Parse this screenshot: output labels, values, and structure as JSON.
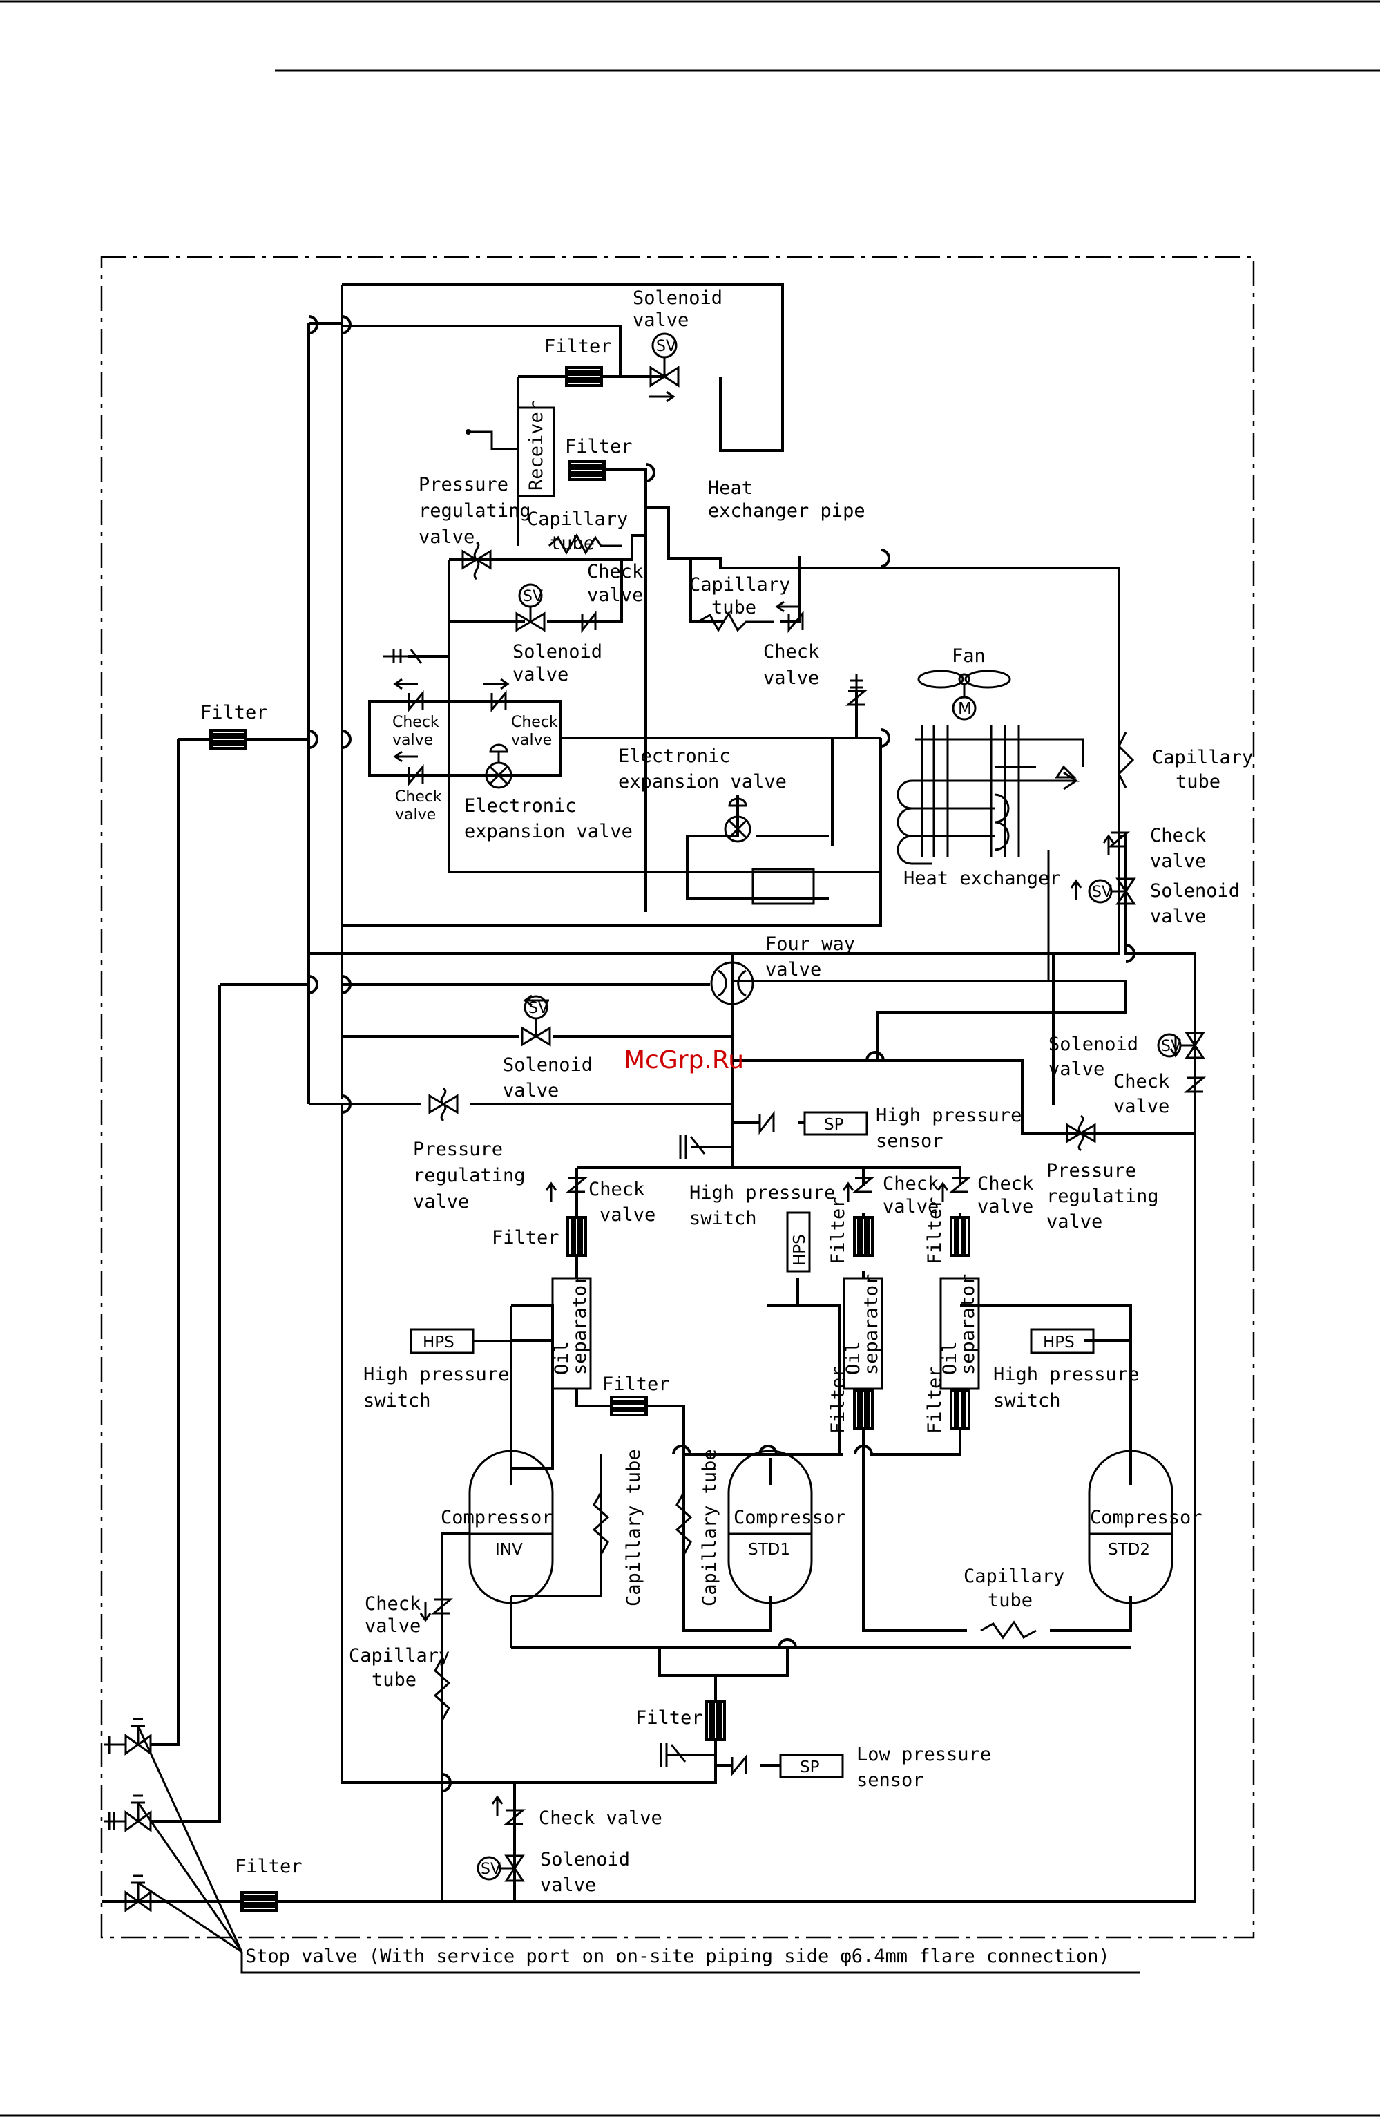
{
  "diagram": {
    "watermark": "McGrp.Ru",
    "stop_valve_note": "Stop valve (With service port on on-site piping side  φ6.4mm flare connection)",
    "labels": {
      "filter": "Filter",
      "solenoid": "Solenoid",
      "valve": "valve",
      "check": "Check",
      "check_valve": "Check valve",
      "capillary": "Capillary",
      "tube": "tube",
      "capillary_tube": "Capillary tube",
      "receiver": "Receiver",
      "pressure": "Pressure",
      "regulating": "regulating",
      "heat": "Heat",
      "exchanger_pipe": "exchanger pipe",
      "electronic": "Electronic",
      "expansion_valve": "expansion valve",
      "fan": "Fan",
      "heat_exchanger": "Heat exchanger",
      "four_way": "Four way",
      "high_pressure": "High pressure",
      "sensor": "sensor",
      "switch": "switch",
      "oil": "Oil",
      "separator": "separator",
      "compressor": "Compressor",
      "inv": "INV",
      "std1": "STD1",
      "std2": "STD2",
      "low_pressure": "Low pressure",
      "sp": "SP",
      "hps": "HPS",
      "sv": "SV",
      "m": "M"
    }
  }
}
